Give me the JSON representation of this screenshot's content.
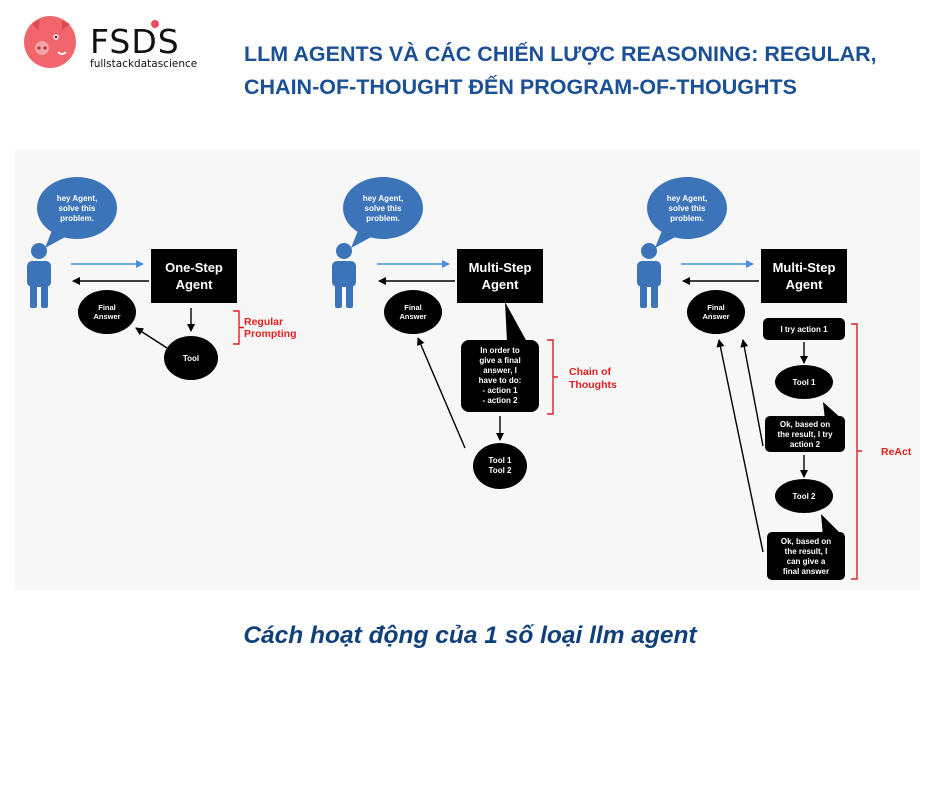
{
  "brand": {
    "name": "FSDS",
    "tagline": "fullstackdatascience"
  },
  "title": {
    "line1": "LLM AGENTS VÀ CÁC CHIẾN LƯỢC REASONING: REGULAR,",
    "line2": "CHAIN-OF-THOUGHT ĐẾN PROGRAM-OF-THOUGHTS"
  },
  "caption": "Cách hoạt động của 1 số loại llm agent",
  "colors": {
    "title": "#1b4f96",
    "person": "#3b74b8",
    "bubble": "#3b74b8",
    "arrow_blue": "#4a90d9",
    "bracket": "#e02020",
    "box": "#000000"
  },
  "panel1": {
    "user_bubble": [
      "hey Agent,",
      "solve this",
      "problem."
    ],
    "agent": [
      "One-Step",
      "Agent"
    ],
    "final": [
      "Final",
      "Answer"
    ],
    "tool": "Tool",
    "bracket_label": [
      "Regular",
      "Prompting"
    ]
  },
  "panel2": {
    "user_bubble": [
      "hey Agent,",
      "solve this",
      "problem."
    ],
    "agent": [
      "Multi-Step",
      "Agent"
    ],
    "final": [
      "Final",
      "Answer"
    ],
    "thought": [
      "In order to",
      "give a final",
      "answer, I",
      "have to do:",
      "- action 1",
      "- action 2"
    ],
    "tools": [
      "Tool 1",
      "Tool 2"
    ],
    "bracket_label": [
      "Chain of",
      "Thoughts"
    ]
  },
  "panel3": {
    "user_bubble": [
      "hey Agent,",
      "solve this",
      "problem."
    ],
    "agent": [
      "Multi-Step",
      "Agent"
    ],
    "final": [
      "Final",
      "Answer"
    ],
    "step1": "I try action 1",
    "tool1": "Tool 1",
    "step2": [
      "Ok, based on",
      "the result, I try",
      "action 2"
    ],
    "tool2": "Tool 2",
    "step3": [
      "Ok, based on",
      "the result, I",
      "can give a",
      "final answer"
    ],
    "bracket_label": "ReAct"
  }
}
